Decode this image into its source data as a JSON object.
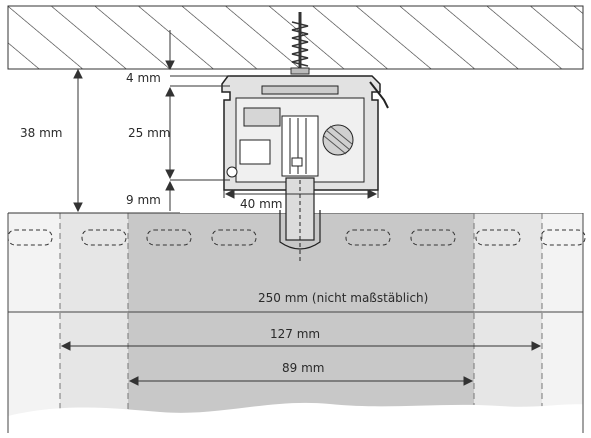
{
  "dimensions": {
    "top_gap": "4 mm",
    "total_height": "38 mm",
    "track_height": "25 mm",
    "bottom_gap": "9 mm",
    "track_width": "40 mm"
  },
  "fabric": {
    "panel_height": "250 mm (nicht maßstäblich)",
    "outer_width": "127 mm",
    "inner_width": "89 mm"
  },
  "colors": {
    "ceiling_hatch": "#333333",
    "fabric_outer": "#e9e9e9",
    "fabric_inner": "#c9c9c9",
    "track_fill": "#dddddd",
    "line": "#222222"
  }
}
